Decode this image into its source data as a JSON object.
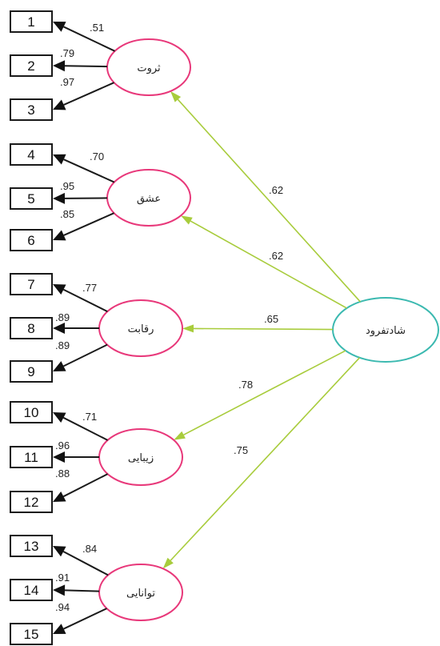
{
  "central": {
    "label": "شادتفرود"
  },
  "factors": [
    {
      "label": "ثروت",
      "path_coef": ".62",
      "indicators": [
        {
          "label": "1",
          "loading": ".51"
        },
        {
          "label": "2",
          "loading": ".79"
        },
        {
          "label": "3",
          "loading": ".97"
        }
      ]
    },
    {
      "label": "عشق",
      "path_coef": ".62",
      "indicators": [
        {
          "label": "4",
          "loading": ".70"
        },
        {
          "label": "5",
          "loading": ".95"
        },
        {
          "label": "6",
          "loading": ".85"
        }
      ]
    },
    {
      "label": "رقابت",
      "path_coef": ".65",
      "indicators": [
        {
          "label": "7",
          "loading": ".77"
        },
        {
          "label": "8",
          "loading": ".89"
        },
        {
          "label": "9",
          "loading": ".89"
        }
      ]
    },
    {
      "label": "زیبایی",
      "path_coef": ".78",
      "indicators": [
        {
          "label": "10",
          "loading": ".71"
        },
        {
          "label": "11",
          "loading": ".96"
        },
        {
          "label": "12",
          "loading": ".88"
        }
      ]
    },
    {
      "label": "توانایی",
      "path_coef": ".75",
      "indicators": [
        {
          "label": "13",
          "loading": ".84"
        },
        {
          "label": "14",
          "loading": ".91"
        },
        {
          "label": "15",
          "loading": ".94"
        }
      ]
    }
  ],
  "colors": {
    "factor_outline": "#e8387a",
    "central_outline": "#3bb9b0",
    "structural_path": "#a8cc3c",
    "loading_arrow": "#1a1a1a"
  }
}
